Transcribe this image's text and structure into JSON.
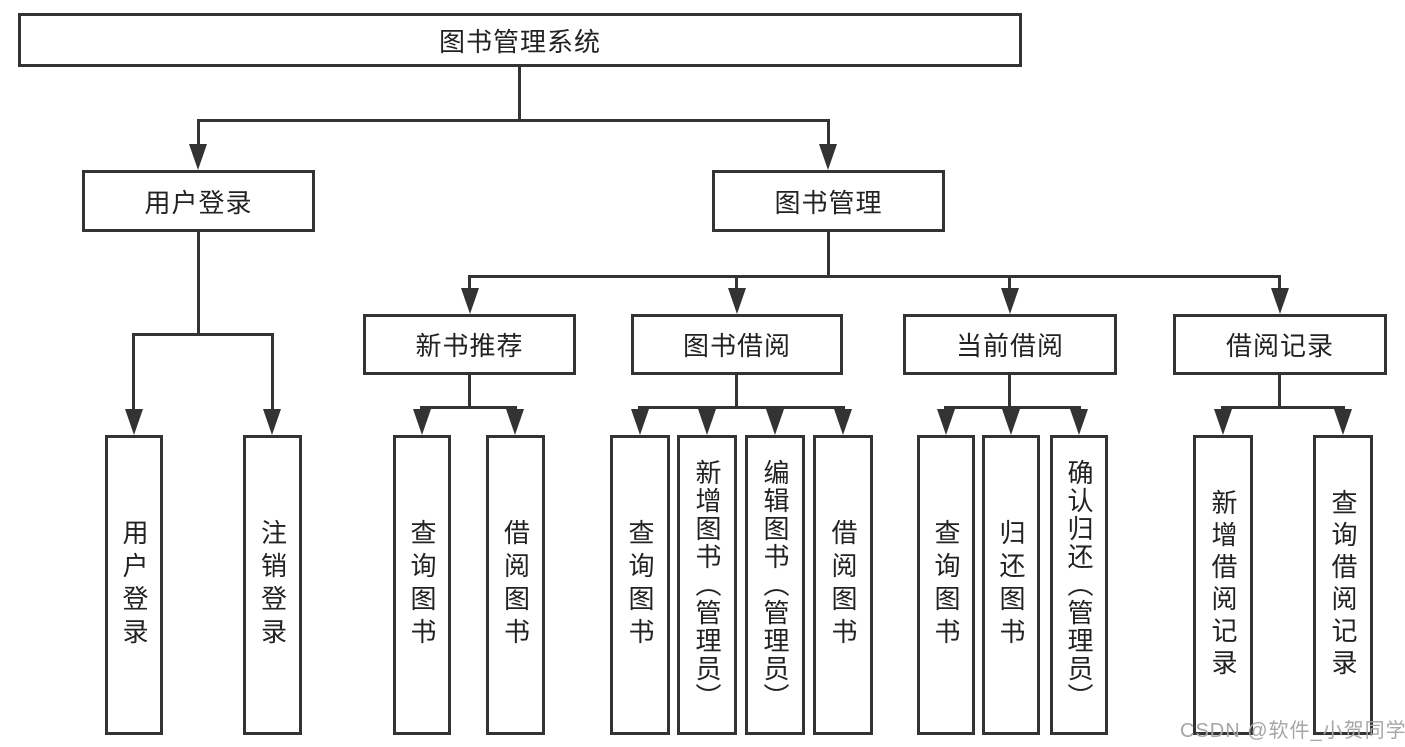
{
  "diagram": {
    "root": {
      "label": "图书管理系统"
    },
    "branches": [
      {
        "label": "用户登录",
        "leaves": [
          {
            "label": "用户登录"
          },
          {
            "label": "注销登录"
          }
        ]
      },
      {
        "label": "图书管理",
        "groups": [
          {
            "label": "新书推荐",
            "leaves": [
              {
                "label": "查询图书"
              },
              {
                "label": "借阅图书"
              }
            ]
          },
          {
            "label": "图书借阅",
            "leaves": [
              {
                "label": "查询图书"
              },
              {
                "label": "新增图书（管理员）"
              },
              {
                "label": "编辑图书（管理员）"
              },
              {
                "label": "借阅图书"
              }
            ]
          },
          {
            "label": "当前借阅",
            "leaves": [
              {
                "label": "查询图书"
              },
              {
                "label": "归还图书"
              },
              {
                "label": "确认归还（管理员）"
              }
            ]
          },
          {
            "label": "借阅记录",
            "leaves": [
              {
                "label": "新增借阅记录"
              },
              {
                "label": "查询借阅记录"
              }
            ]
          }
        ]
      }
    ]
  },
  "watermark": {
    "text": "CSDN @软件_小贺同学"
  },
  "colors": {
    "line": "#333333",
    "text": "#222222",
    "wm": "#a6a6a6",
    "bg": "#ffffff"
  }
}
